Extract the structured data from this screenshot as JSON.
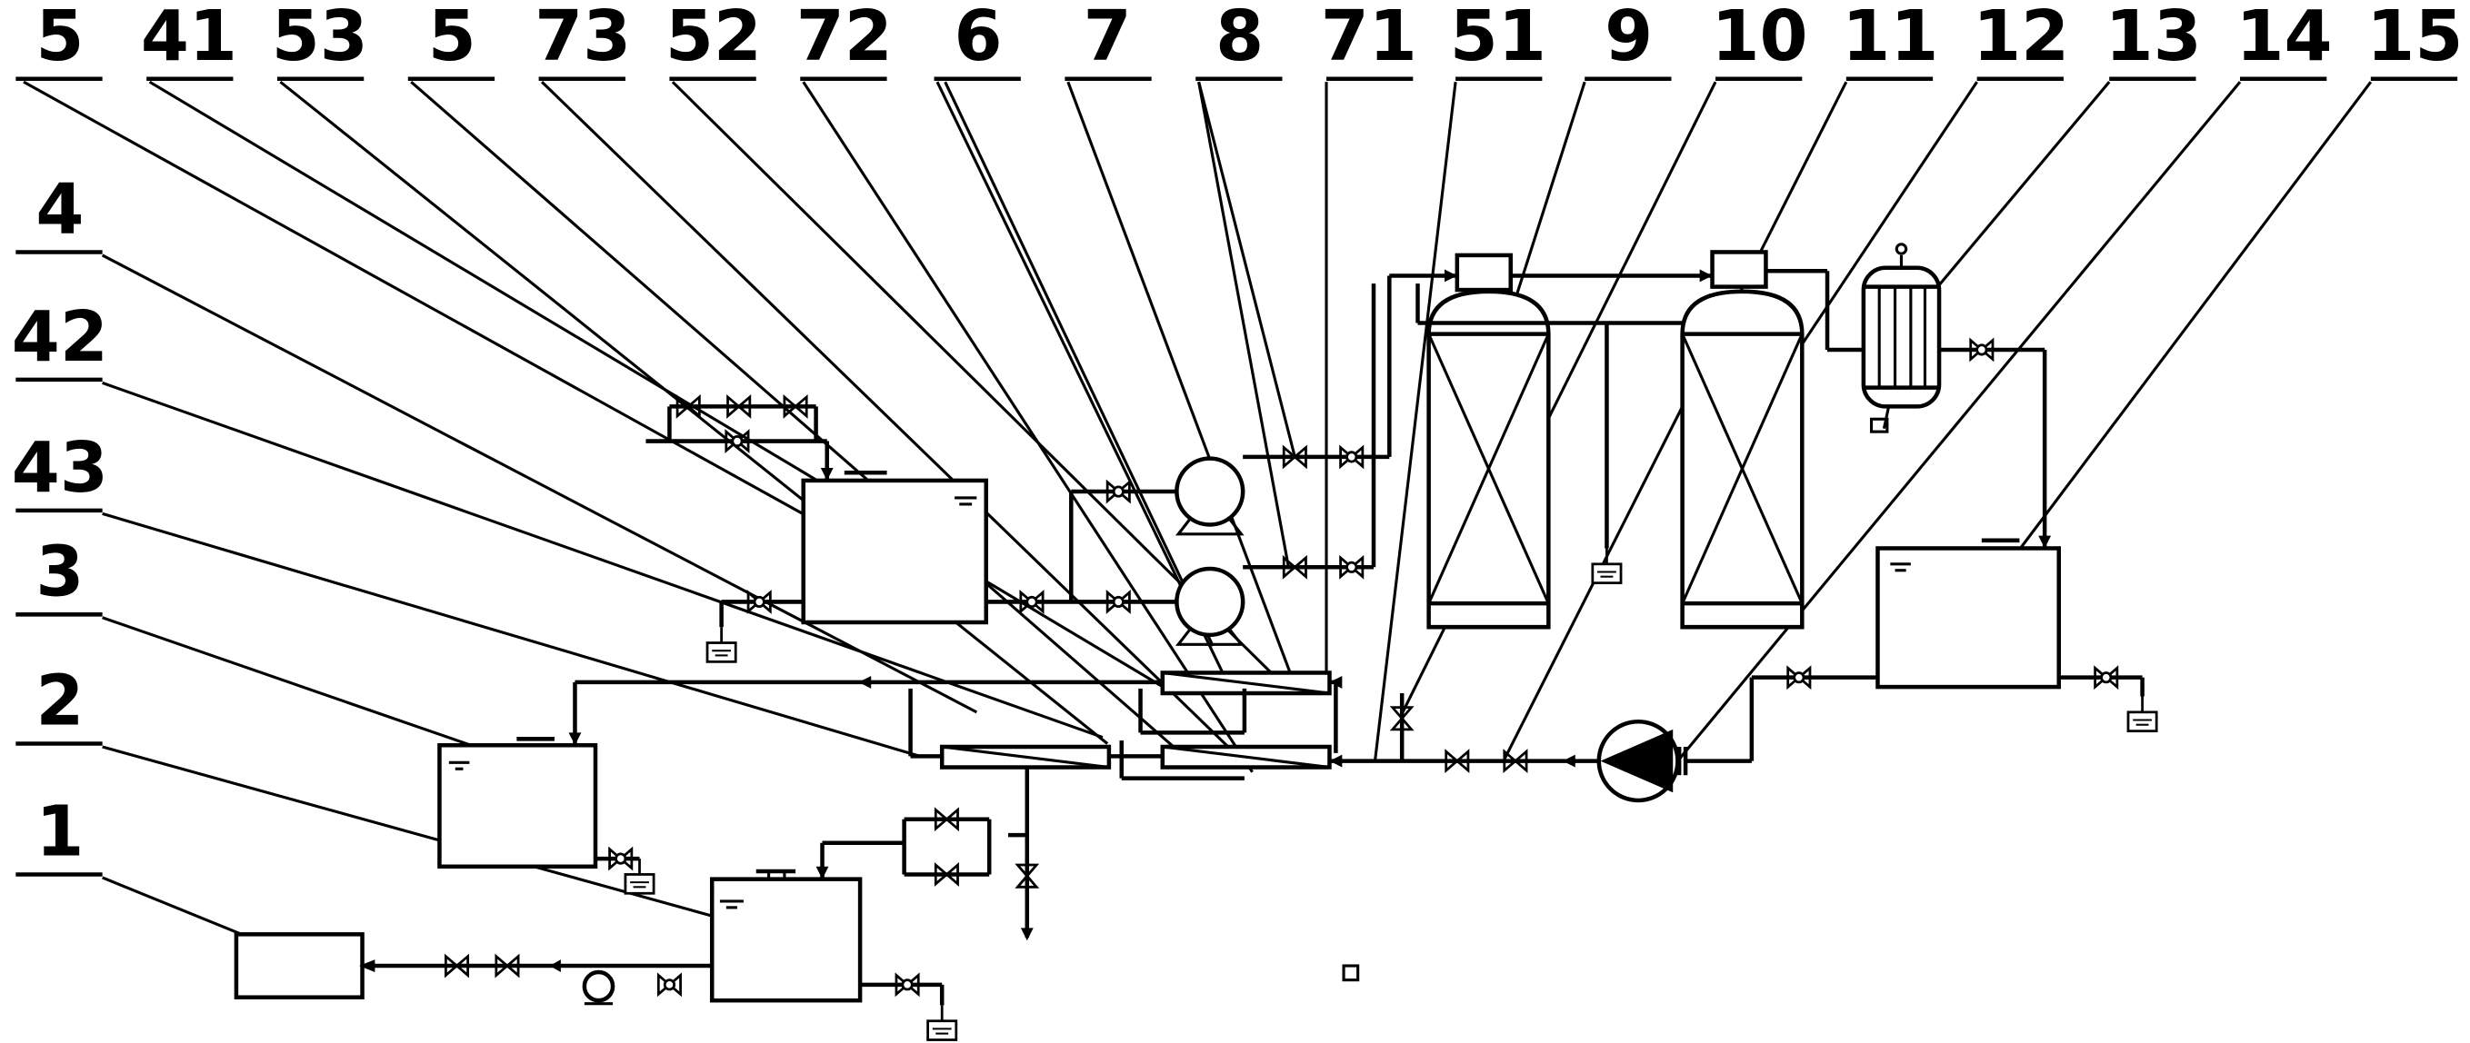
{
  "labels_top": [
    "5",
    "41",
    "53",
    "5",
    "73",
    "52",
    "72",
    "6",
    "7",
    "8",
    "71",
    "51",
    "9",
    "10",
    "11",
    "12",
    "13",
    "14",
    "15"
  ],
  "labels_left": [
    "4",
    "42",
    "43",
    "3",
    "2",
    "1"
  ],
  "colors": {
    "line": "#000000",
    "background": "#ffffff"
  }
}
